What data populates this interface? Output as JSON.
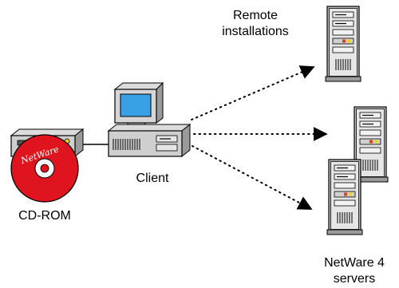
{
  "labels": {
    "remote_line1": "Remote",
    "remote_line2": "installations",
    "client": "Client",
    "cdrom": "CD-ROM",
    "servers_line1": "NetWare 4",
    "servers_line2": "servers",
    "disc_logo": "NetWare"
  },
  "colors": {
    "disc": "#e0141e",
    "screen": "#3aa0e6",
    "device_light": "#e6e6e6",
    "device_mid": "#bdbdbd",
    "device_dark": "#7a7a7a",
    "led_yellow": "#f2d21a",
    "led_red": "#e43a2a",
    "led_green": "#3bb04a"
  },
  "icons": [
    "cd-rom-drive-icon",
    "netware-cd-icon",
    "client-computer-icon",
    "server-tower-icon"
  ],
  "connections": [
    {
      "from": "cd-rom",
      "to": "client",
      "style": "solid"
    },
    {
      "from": "client",
      "to": "remote-server-top",
      "style": "dotted-arrow"
    },
    {
      "from": "client",
      "to": "netware-server-1",
      "style": "dotted-arrow"
    },
    {
      "from": "client",
      "to": "netware-server-2",
      "style": "dotted-arrow"
    }
  ]
}
